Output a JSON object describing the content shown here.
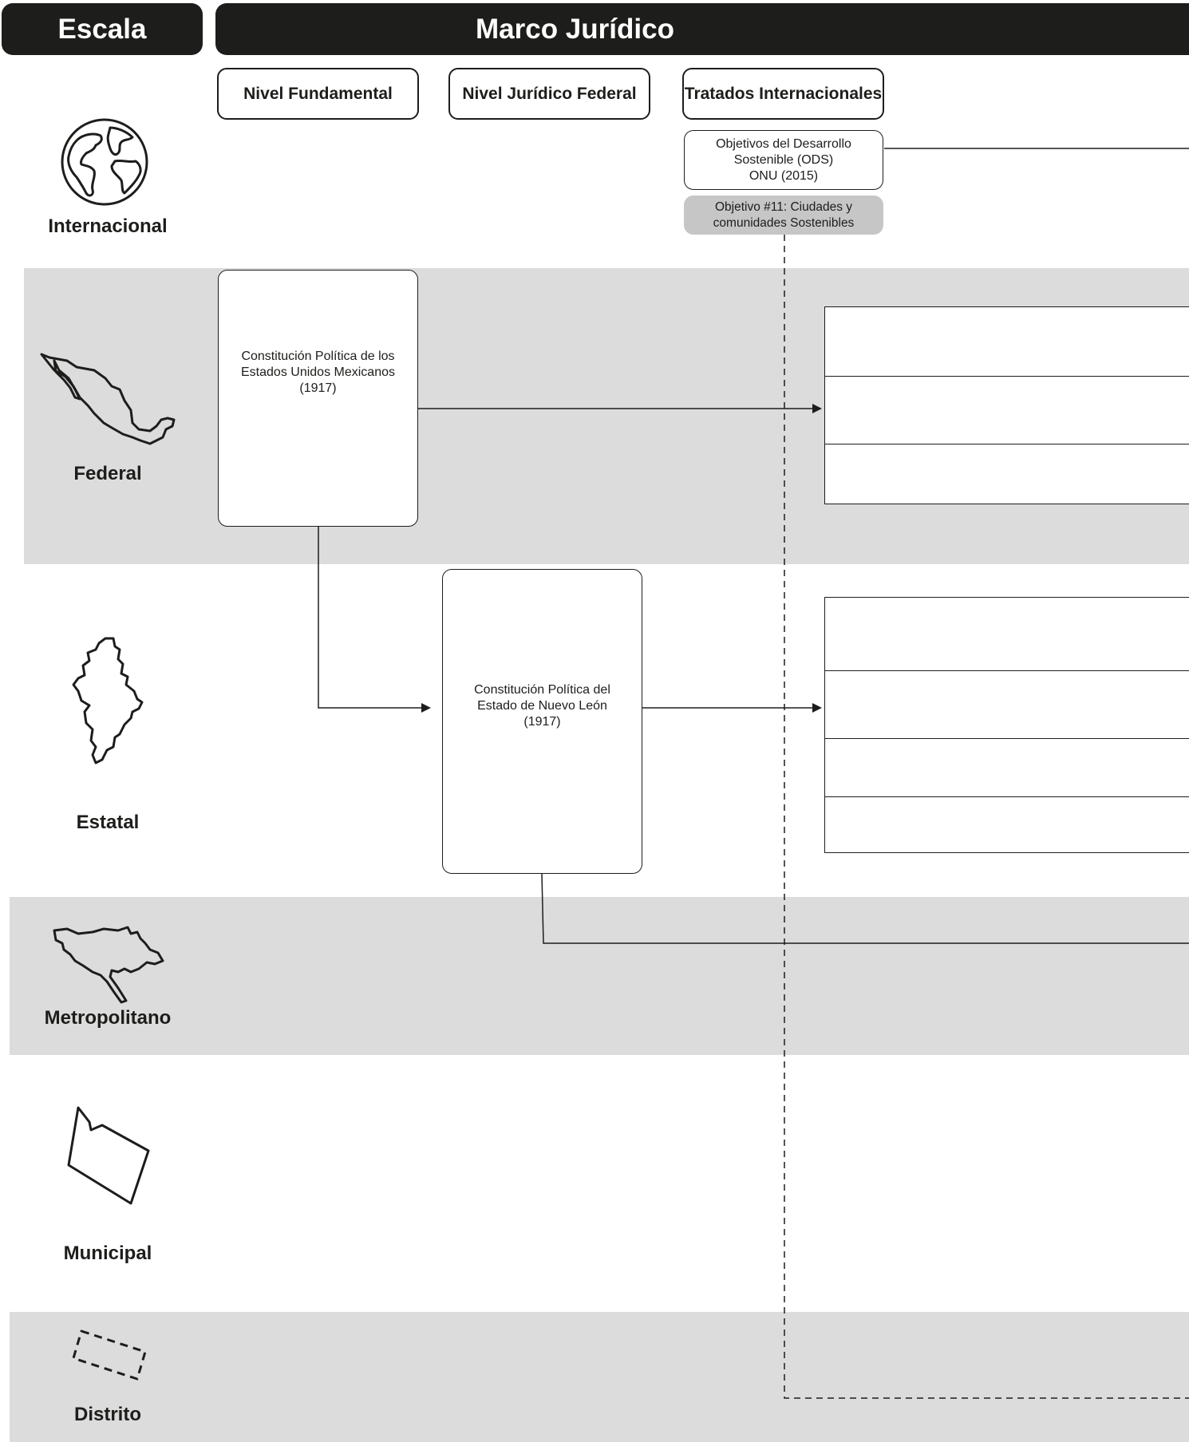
{
  "header": {
    "scale_title": "Escala",
    "framework_title": "Marco Jurídico"
  },
  "columns": [
    {
      "label": "Nivel Fundamental"
    },
    {
      "label": "Nivel Jurídico Federal"
    },
    {
      "label": "Tratados Internacionales"
    }
  ],
  "scales": [
    {
      "label": "Internacional",
      "icon": "globe-icon"
    },
    {
      "label": "Federal",
      "icon": "mexico-map-icon"
    },
    {
      "label": "Estatal",
      "icon": "nuevo-leon-map-icon"
    },
    {
      "label": "Metropolitano",
      "icon": "metropolitan-area-map-icon"
    },
    {
      "label": "Municipal",
      "icon": "municipality-map-icon"
    },
    {
      "label": "Distrito",
      "icon": "district-dashed-icon"
    }
  ],
  "nodes": {
    "ods": "Objetivos del Desarrollo\nSostenible (ODS)\nONU (2015)",
    "ods_goal": "Objetivo #11: Ciudades y\ncomunidades Sostenibles",
    "federal_constitution": "Constitución Política de los\nEstados Unidos Mexicanos\n(1917)",
    "state_constitution": "Constitución Política del\nEstado de Nuevo León\n(1917)"
  },
  "colors": {
    "band": "#dcdcdc",
    "header": "#1d1d1b",
    "pill": "#c6c6c6",
    "line": "#1d1d1b"
  }
}
